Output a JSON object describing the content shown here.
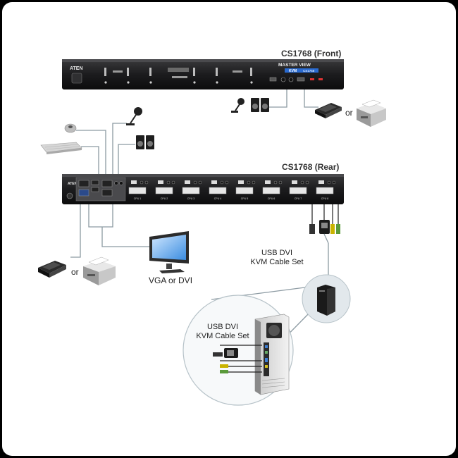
{
  "front_title": "CS1768 (Front)",
  "rear_title": "CS1768 (Rear)",
  "or_front": "or",
  "or_rear": "or",
  "monitor_label": "VGA or DVI",
  "cable_label_1": "USB DVI",
  "cable_label_2": "KVM Cable Set",
  "inset_cable_label_1": "USB DVI",
  "inset_cable_label_2": "KVM Cable Set",
  "brand_front": "ATEN",
  "brand_rear": "ATEN",
  "product_line": "MASTER VIEW",
  "product_tag": "KVM",
  "model_tag": "CS1768",
  "rear_port_labels": [
    "CPU 1",
    "CPU 2",
    "CPU 3",
    "CPU 4",
    "CPU 5",
    "CPU 6",
    "CPU 7",
    "CPU 8"
  ],
  "colors": {
    "device": "#1d1d1f",
    "line": "#8c9aa2",
    "accent": "#3d7fd6"
  }
}
